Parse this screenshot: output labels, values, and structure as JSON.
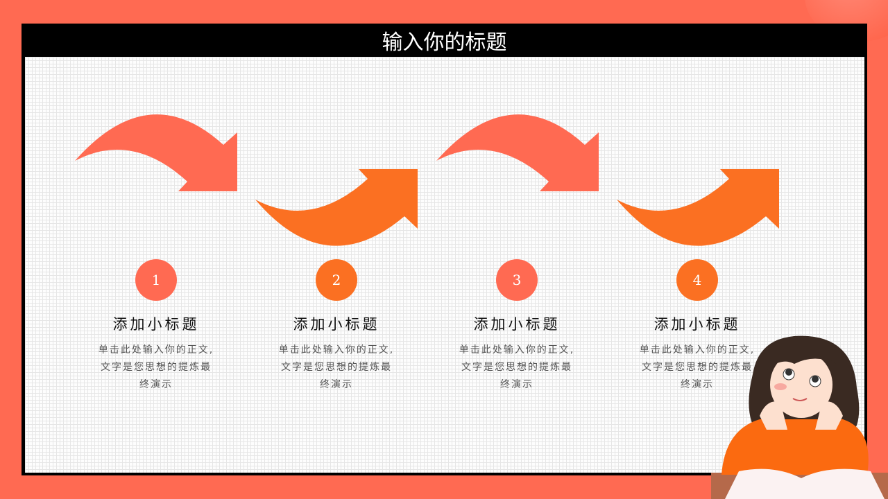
{
  "title": "输入你的标题",
  "colors": {
    "background": "#ff6a52",
    "coral": "#ff6a52",
    "orange": "#fb7022",
    "frame": "#000000"
  },
  "steps": [
    {
      "number": "1",
      "title": "添加小标题",
      "body_lines": [
        "单击此处输入你的正文,",
        "文字是您思想的提炼最",
        "终演示"
      ],
      "color": "#ff6a52",
      "arrow": "arrow-curved-down-right"
    },
    {
      "number": "2",
      "title": "添加小标题",
      "body_lines": [
        "单击此处输入你的正文,",
        "文字是您思想的提炼最",
        "终演示"
      ],
      "color": "#fb7022",
      "arrow": "arrow-curved-up-right"
    },
    {
      "number": "3",
      "title": "添加小标题",
      "body_lines": [
        "单击此处输入你的正文,",
        "文字是您思想的提炼最",
        "终演示"
      ],
      "color": "#ff6a52",
      "arrow": "arrow-curved-down-right"
    },
    {
      "number": "4",
      "title": "添加小标题",
      "body_lines": [
        "单击此处输入你的正文,",
        "文字是您思想的提炼最",
        "终演示"
      ],
      "color": "#fb7022",
      "arrow": "arrow-curved-up-right"
    }
  ],
  "illustration": "girl-reading-book"
}
